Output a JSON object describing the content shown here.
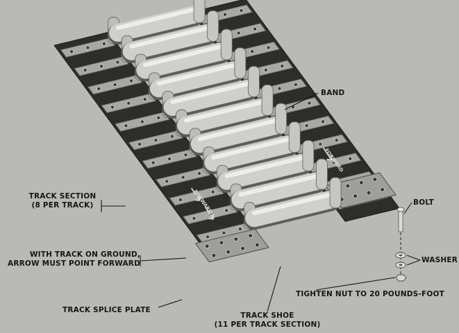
{
  "labels": {
    "band": "BAND",
    "track_section_1": "TRACK SECTION",
    "track_section_2": "(8 PER TRACK)",
    "bolt": "BOLT",
    "washer": "WASHER",
    "arrow_1": "WITH TRACK ON GROUND,",
    "arrow_2": "ARROW MUST POINT FORWARD",
    "tighten": "TIGHTEN NUT TO 20 POUNDS-FOOT",
    "splice_plate": "TRACK SPLICE PLATE",
    "track_shoe_1": "TRACK SHOE",
    "track_shoe_2": "(11 PER TRACK SECTION)"
  },
  "stamp": "FORWARD",
  "colors": {
    "background": "#b9b9b6",
    "band": "#2d2d2b",
    "plate": "#a7a7a3",
    "roller": "#cfcfcb",
    "ink": "#161616"
  }
}
